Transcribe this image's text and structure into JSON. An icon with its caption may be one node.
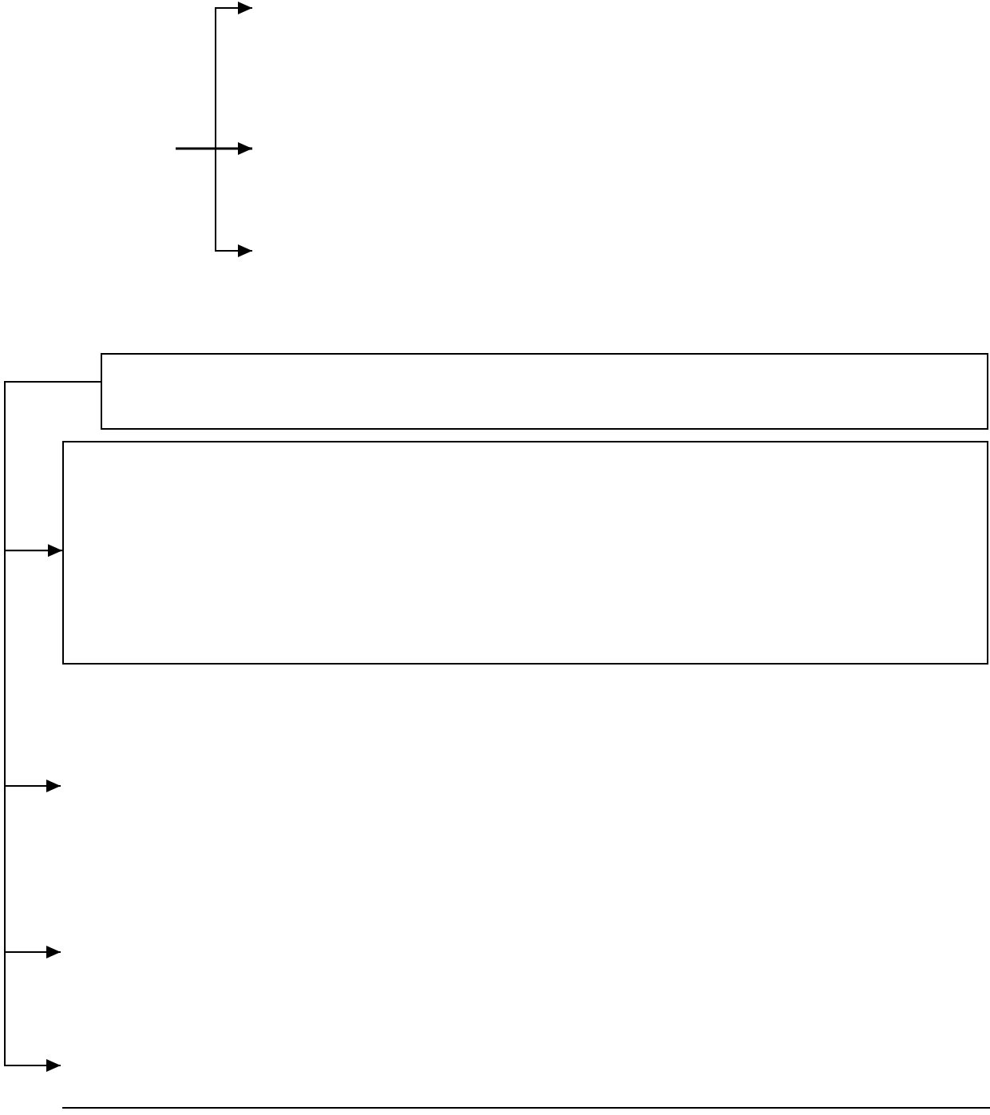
{
  "diagram": {
    "nodes": [
      {
        "text": [],
        "shape": "box"
      },
      {
        "text": [],
        "shape": "box"
      }
    ],
    "edges": [
      {
        "from": 0,
        "to": 1,
        "arrow": "to"
      },
      {
        "from": 0,
        "to": null,
        "arrow": "to"
      },
      {
        "from": 0,
        "to": null,
        "arrow": "to"
      },
      {
        "from": 0,
        "to": null,
        "arrow": "to"
      }
    ]
  }
}
